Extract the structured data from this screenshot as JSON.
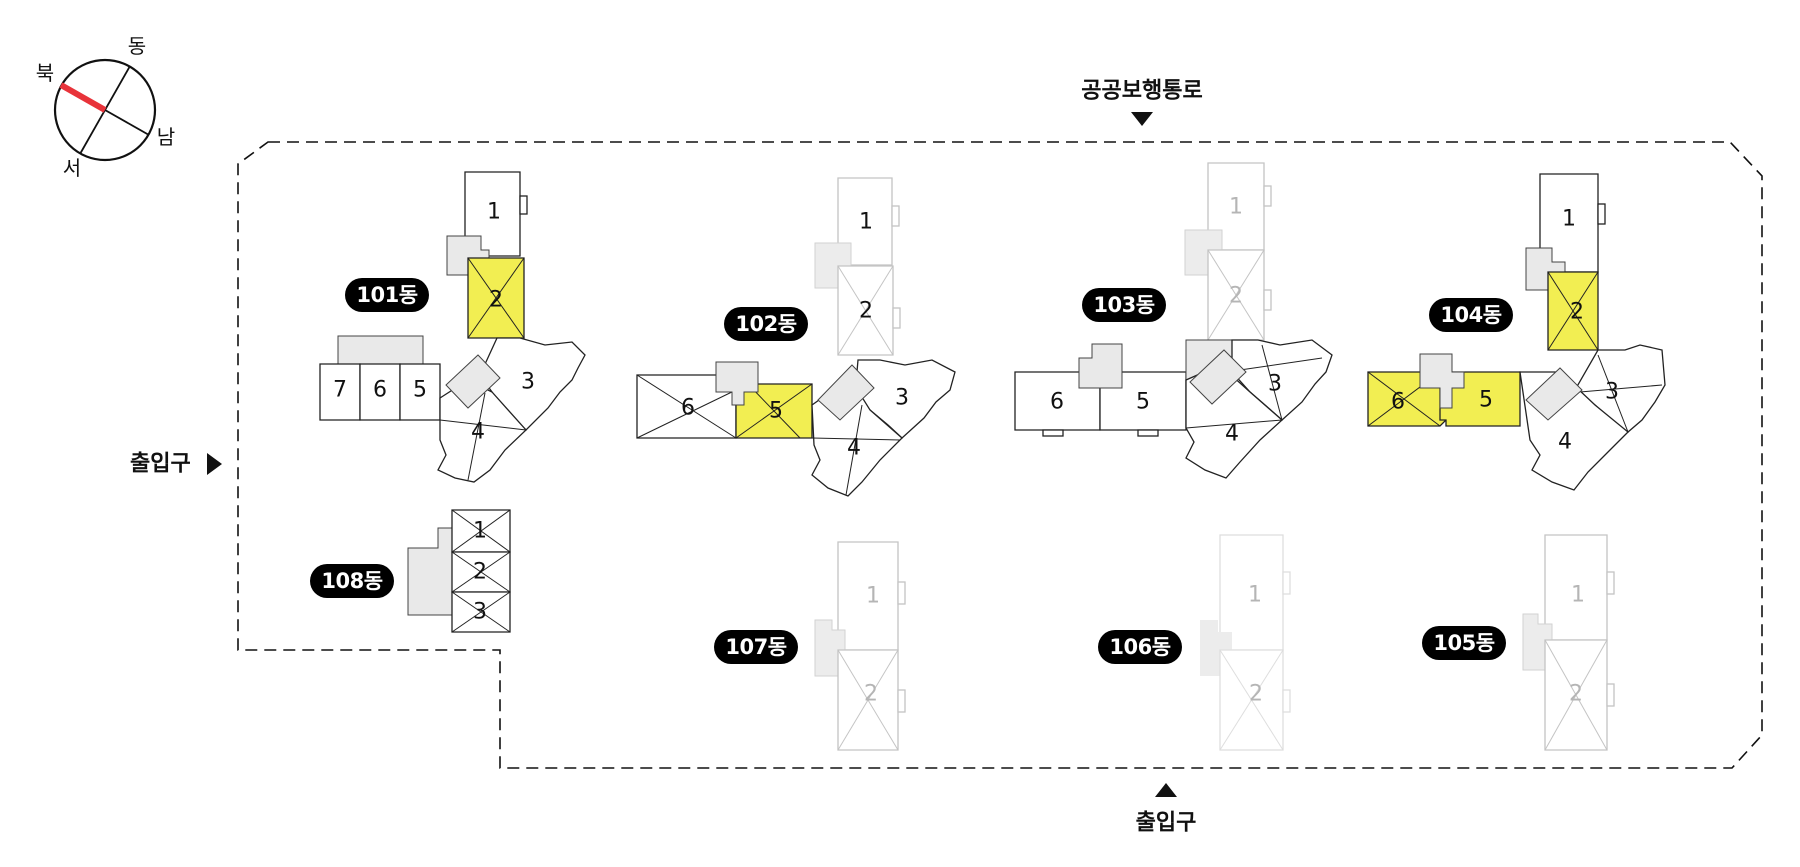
{
  "compass": {
    "north": "북",
    "east": "동",
    "south": "남",
    "west": "서",
    "north_color": "#e8333a"
  },
  "site": {
    "top_path_label": "공공보행통로",
    "left_entrance_label": "출입구",
    "bottom_entrance_label": "출입구",
    "highlight_color": "#f2ee52"
  },
  "buildings": {
    "b101": {
      "label": "101동",
      "units": [
        "1",
        "2",
        "3",
        "4",
        "5",
        "6",
        "7"
      ],
      "highlighted_units": [
        "2"
      ]
    },
    "b102": {
      "label": "102동",
      "units": [
        "1",
        "2",
        "3",
        "4",
        "5",
        "6"
      ],
      "highlighted_units": [
        "5"
      ]
    },
    "b103": {
      "label": "103동",
      "units": [
        "1",
        "2",
        "3",
        "4",
        "5",
        "6"
      ],
      "highlighted_units": []
    },
    "b104": {
      "label": "104동",
      "units": [
        "1",
        "2",
        "3",
        "4",
        "5",
        "6"
      ],
      "highlighted_units": [
        "2",
        "5",
        "6"
      ]
    },
    "b105": {
      "label": "105동",
      "units": [
        "1",
        "2"
      ],
      "highlighted_units": []
    },
    "b106": {
      "label": "106동",
      "units": [
        "1",
        "2"
      ],
      "highlighted_units": []
    },
    "b107": {
      "label": "107동",
      "units": [
        "1",
        "2"
      ],
      "highlighted_units": []
    },
    "b108": {
      "label": "108동",
      "units": [
        "1",
        "2",
        "3"
      ],
      "highlighted_units": []
    }
  }
}
